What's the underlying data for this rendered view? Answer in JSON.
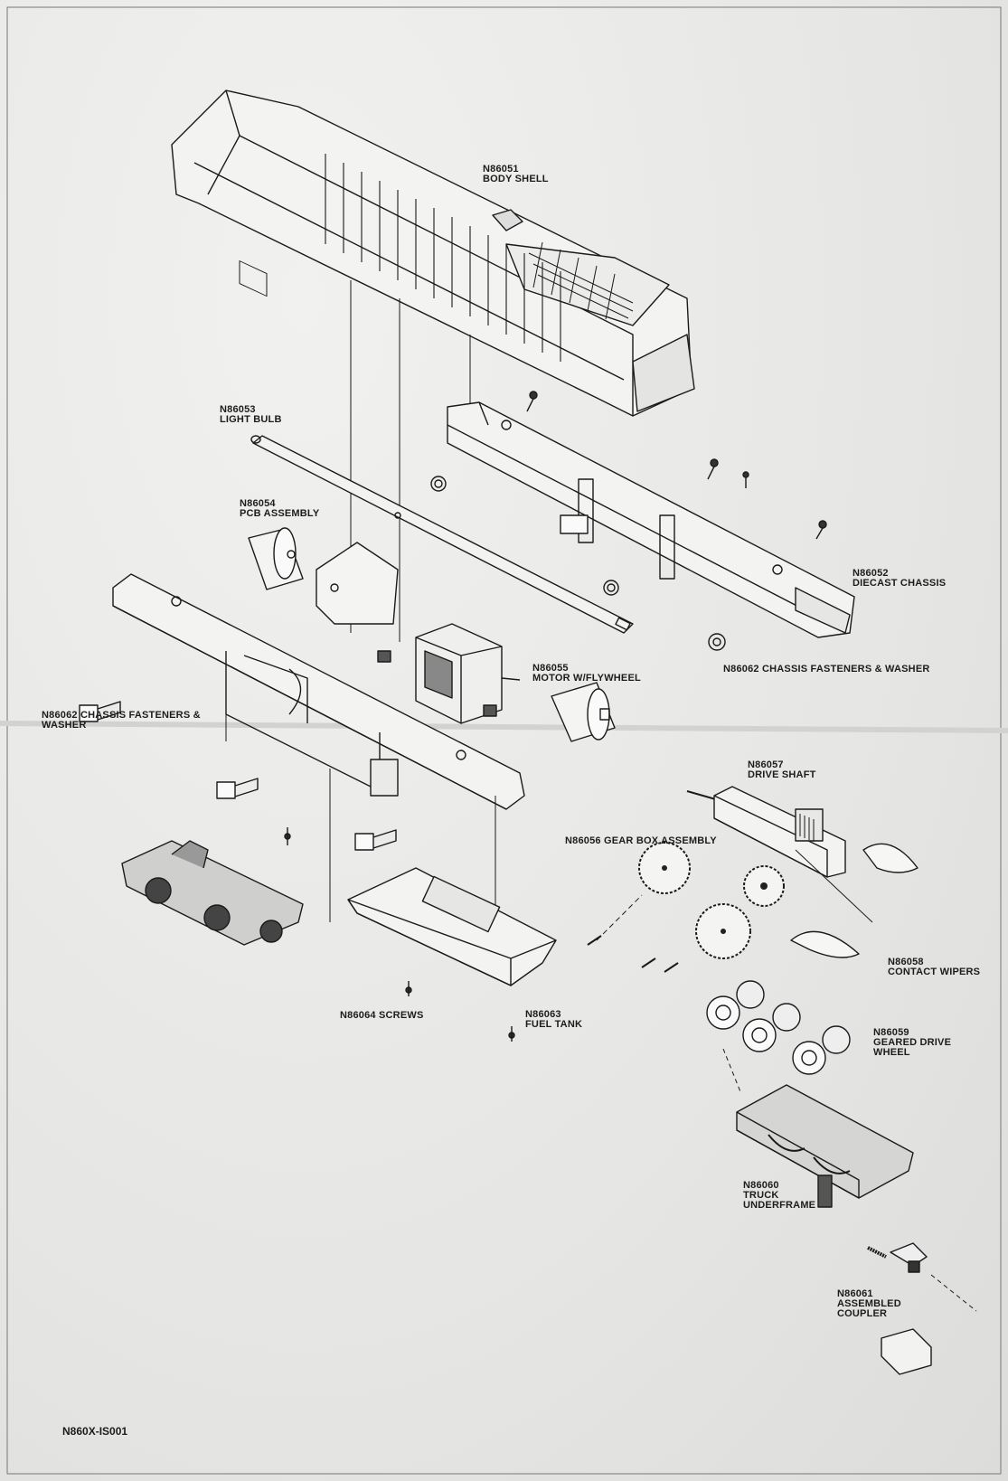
{
  "document": {
    "type": "exploded parts diagram",
    "footer_code": "N860X-IS001"
  },
  "parts": [
    {
      "number": "N86051",
      "name": "BODY SHELL"
    },
    {
      "number": "N86053",
      "name": "LIGHT BULB"
    },
    {
      "number": "N86054",
      "name": "PCB ASSEMBLY"
    },
    {
      "number": "N86052",
      "name": "DIECAST CHASSIS"
    },
    {
      "number": "N86062",
      "name": "CHASSIS FASTENERS & WASHER"
    },
    {
      "number": "N86055",
      "name": "MOTOR W/FLYWHEEL"
    },
    {
      "number": "N86062",
      "name_line1": "CHASSIS FASTENERS &",
      "name_line2": "WASHER"
    },
    {
      "number": "N86057",
      "name": "DRIVE SHAFT"
    },
    {
      "number": "N86056",
      "name": "GEAR BOX ASSEMBLY"
    },
    {
      "number": "N86058",
      "name": "CONTACT WIPERS"
    },
    {
      "number": "N86064",
      "name": "SCREWS"
    },
    {
      "number": "N86063",
      "name": "FUEL TANK"
    },
    {
      "number": "N86059",
      "name_line1": "GEARED DRIVE",
      "name_line2": "WHEEL"
    },
    {
      "number": "N86060",
      "name_line1": "TRUCK",
      "name_line2": "UNDERFRAME"
    },
    {
      "number": "N86061",
      "name_line1": "ASSEMBLED",
      "name_line2": "COUPLER"
    }
  ]
}
